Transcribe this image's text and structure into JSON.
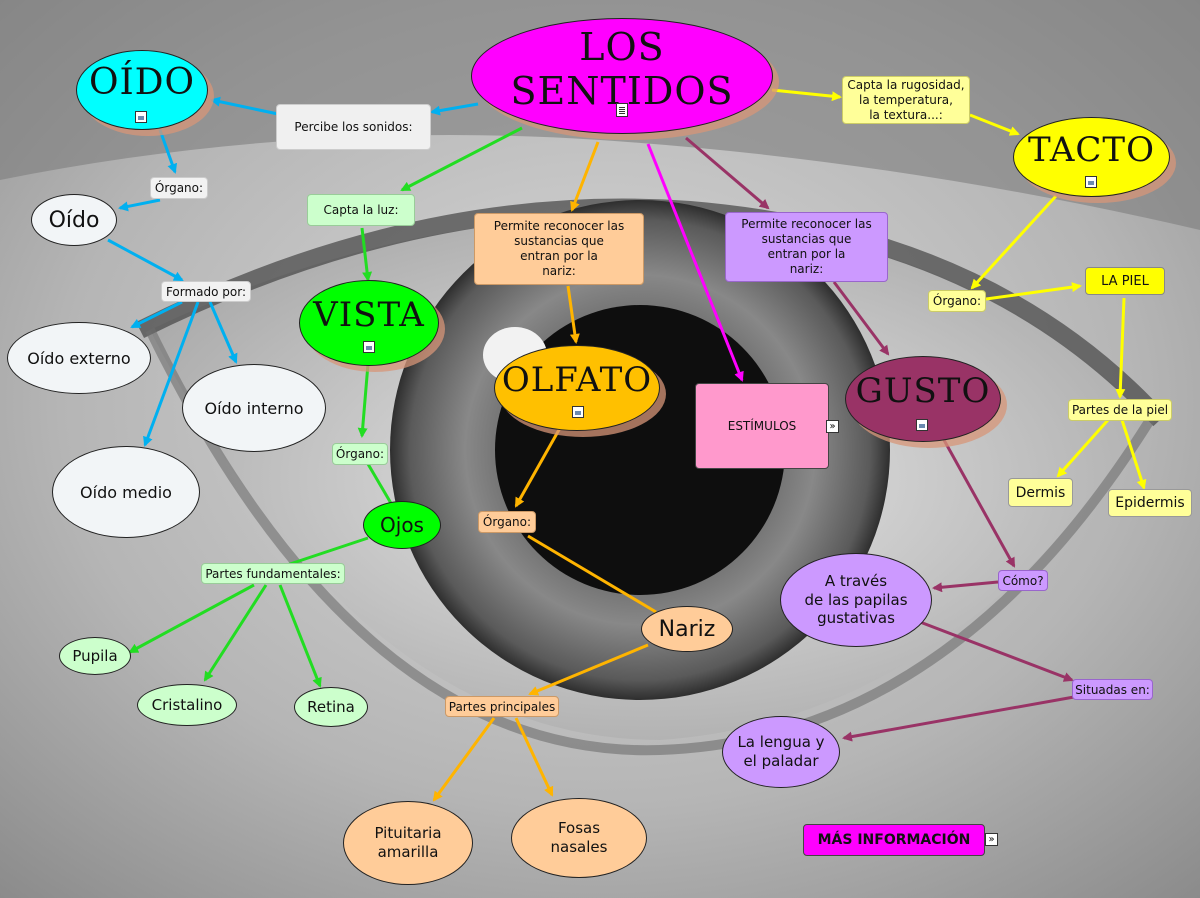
{
  "colors": {
    "oido": "#00ffff",
    "tacto": "#ffff00",
    "vista": "#00ff00",
    "olfato": "#ffc000",
    "gusto": "#993366",
    "root": "#ff00ff",
    "estimulos": "#ff99cc"
  },
  "icons": [
    "image-icon",
    "document-icon",
    "arrow-link-icon"
  ],
  "nodes": {
    "root": "LOS SENTIDOS",
    "oido": "OÍDO",
    "percibe": "Percibe los sonidos:",
    "organo_oido": "Órgano:",
    "oido_organ": "Oído",
    "formado": "Formado por:",
    "oido_externo": "Oído externo",
    "oido_interno": "Oído interno",
    "oido_medio": "Oído medio",
    "capta_luz": "Capta la luz:",
    "vista": "VISTA",
    "organo_vista": "Órgano:",
    "ojos": "Ojos",
    "partes_fund": "Partes fundamentales:",
    "pupila": "Pupila",
    "cristalino": "Cristalino",
    "retina": "Retina",
    "permite_olfato": "Permite reconocer las\nsustancias que\nentran por la\nnariz:",
    "olfato": "OLFATO",
    "organo_olfato": "Órgano:",
    "nariz": "Nariz",
    "partes_princ": "Partes principales",
    "pituitaria": "Pituitaria\namarilla",
    "fosas": "Fosas\nnasales",
    "estimulos": "ESTÍMULOS",
    "permite_gusto": "Permite reconocer las\nsustancias que\nentran por la\nnariz:",
    "gusto": "GUSTO",
    "como": "Cómo?",
    "papilas": "A través\nde las papilas\ngustativas",
    "situadas": "Situadas en:",
    "lengua": "La lengua y\nel paladar",
    "capta_rug": "Capta la rugosidad,\nla temperatura,\nla textura...:",
    "tacto": "TACTO",
    "organo_tacto": "Órgano:",
    "la_piel": "LA PIEL",
    "partes_piel": "Partes de la piel",
    "dermis": "Dermis",
    "epidermis": "Epidermis",
    "mas_info": "MÁS INFORMACIÓN"
  }
}
